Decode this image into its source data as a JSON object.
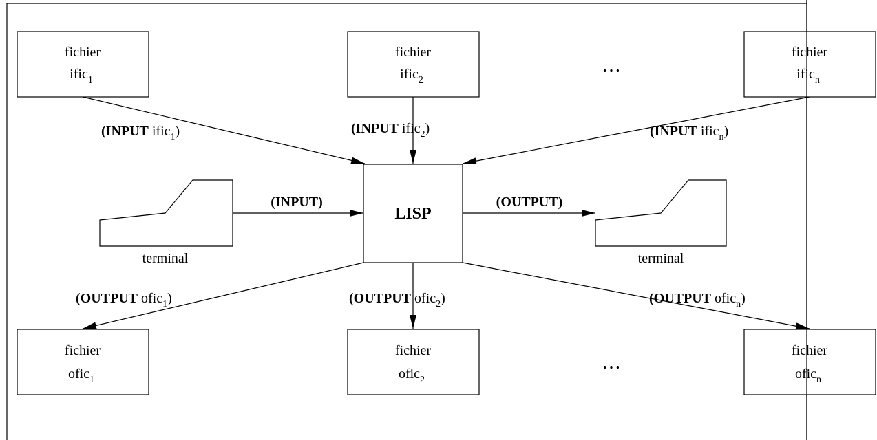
{
  "center": {
    "label": "LISP"
  },
  "input_files": [
    {
      "line1": "fichier",
      "base": "ific",
      "sub": "1",
      "conn_bold": "(INPUT",
      "conn_rest": " ific",
      "conn_sub": "1",
      "conn_close": ")"
    },
    {
      "line1": "fichier",
      "base": "ific",
      "sub": "2",
      "conn_bold": "(INPUT",
      "conn_rest": " ific",
      "conn_sub": "2",
      "conn_close": ")"
    },
    {
      "line1": "fichier",
      "base": "ific",
      "sub": "n",
      "conn_bold": "(INPUT",
      "conn_rest": " ific",
      "conn_sub": "n",
      "conn_close": ")"
    }
  ],
  "output_files": [
    {
      "line1": "fichier",
      "base": "ofic",
      "sub": "1",
      "conn_bold": "(OUTPUT",
      "conn_rest": " ofic",
      "conn_sub": "1",
      "conn_close": ")"
    },
    {
      "line1": "fichier",
      "base": "ofic",
      "sub": "2",
      "conn_bold": "(OUTPUT",
      "conn_rest": " ofic",
      "conn_sub": "2",
      "conn_close": ")"
    },
    {
      "line1": "fichier",
      "base": "ofic",
      "sub": "n",
      "conn_bold": "(OUTPUT",
      "conn_rest": " ofic",
      "conn_sub": "n",
      "conn_close": ")"
    }
  ],
  "ellipsis_top": "…",
  "ellipsis_bottom": "…",
  "terminal_left": {
    "label": "terminal",
    "conn": "(INPUT)"
  },
  "terminal_right": {
    "label": "terminal",
    "conn": "(OUTPUT)"
  }
}
